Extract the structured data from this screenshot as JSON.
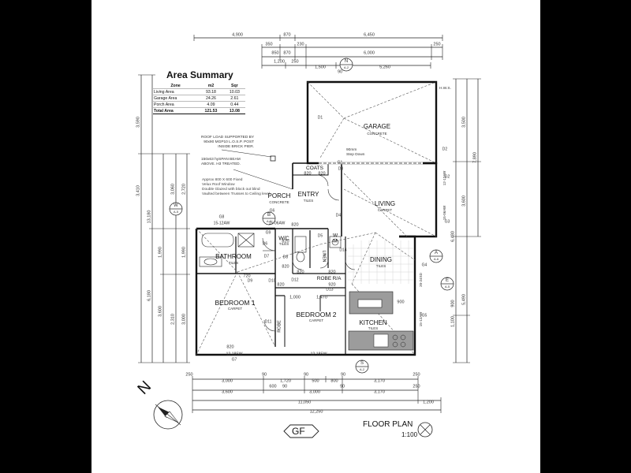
{
  "area_summary": {
    "title": "Area Summary",
    "headers": [
      "Zone",
      "m2",
      "Sqr"
    ],
    "rows": [
      [
        "Living Area",
        "93.18",
        "10.03"
      ],
      [
        "Garage Area",
        "24.26",
        "2.61"
      ],
      [
        "Porch Area",
        "4.09",
        "0.44"
      ]
    ],
    "total": [
      "Total Area",
      "121.53",
      "13.08"
    ]
  },
  "rooms": {
    "garage": {
      "name": "GARAGE",
      "finish": "CONCRETE"
    },
    "living": {
      "name": "LIVING",
      "finish": "CARPET"
    },
    "porch": {
      "name": "PORCH",
      "finish": "CONCRETE"
    },
    "entry": {
      "name": "ENTRY",
      "finish": "TILES"
    },
    "coats": {
      "name": "COATS"
    },
    "bathroom": {
      "name": "BATHROOM",
      "finish": "TILES"
    },
    "wc": {
      "name": "W/C",
      "finish": "TILES"
    },
    "wm": {
      "name": "W M"
    },
    "linen": {
      "name": "LINEN"
    },
    "dining": {
      "name": "DINING",
      "finish": "TILES"
    },
    "robe": {
      "name": "ROBE"
    },
    "ra": {
      "name": "R/A"
    },
    "bed1": {
      "name": "BEDROOM 1",
      "finish": "CARPET"
    },
    "bed2": {
      "name": "BEDROOM 2",
      "finish": "CARPET"
    },
    "kitchen": {
      "name": "KITCHEN",
      "finish": "TILES"
    },
    "robe2": {
      "name": "ROBE"
    }
  },
  "notes": {
    "roof_load": "ROOF LOAD SUPPORTED BY\n90x90 MGP10 L.O.S.P. POST\nINSIDE BRICK PIER.",
    "span_beam": "150x63 hySPAN BEAM\nABOVE. H3 TREATED.",
    "window": "Approx 800 X 600 Fixed\nVelux Roof Window\nDouble Glazed with block out blind\nVaulted between Trusses to Ceiling level",
    "step_down": "90mm\nStep Down",
    "hws": "H.W.S."
  },
  "title_block": {
    "label": "GF",
    "title": "FLOOR PLAN",
    "scale": "1:100"
  },
  "dimensions": {
    "top1": [
      "4,900",
      "870",
      "6,450"
    ],
    "top2": [
      "350",
      "850",
      "870",
      "230",
      "6,000",
      "250"
    ],
    "top3": [
      "1,200",
      "250",
      "1,500",
      "90",
      "5,260"
    ],
    "bottom1": [
      "250",
      "3,000",
      "90",
      "1,720",
      "90",
      "500",
      "800",
      "90",
      "3,170",
      "250"
    ],
    "bottom2": [
      "3,600",
      "600",
      "90",
      "3,000",
      "90",
      "3,170",
      "250"
    ],
    "bottom3": [
      "11,050",
      "1,200"
    ],
    "bottom4": [
      "12,250"
    ],
    "left": [
      "3,590",
      "3,410",
      "13,180",
      "6,180",
      "3,060",
      "2,720",
      "1,990",
      "1,990",
      "3,600",
      "2,310",
      "3,000"
    ],
    "right": [
      "3,500",
      "7,890",
      "3,600",
      "6,480",
      "5,490",
      "1,100",
      "900"
    ],
    "interior": [
      "820",
      "820",
      "820",
      "720",
      "820",
      "820",
      "820",
      "820",
      "820",
      "1,000",
      "1,470",
      "900",
      "820",
      "920"
    ]
  },
  "tags": {
    "doors": [
      "D1",
      "D2",
      "D3",
      "D4",
      "D5",
      "D6",
      "D7",
      "D8",
      "D9",
      "D10",
      "D11",
      "D12",
      "D13",
      "D14",
      "G1",
      "G2",
      "G3",
      "G4",
      "G5",
      "G6",
      "G7",
      "G8",
      "G9"
    ],
    "sections": [
      {
        "letter": "N",
        "sheet": "A-2"
      },
      {
        "letter": "W",
        "sheet": "A-5"
      },
      {
        "letter": "B",
        "sheet": "A-6"
      },
      {
        "letter": "A",
        "sheet": "A-6"
      },
      {
        "letter": "E",
        "sheet": "A-5"
      },
      {
        "letter": "S",
        "sheet": "A-2"
      }
    ],
    "windows": [
      "15-12AW",
      "15-06AW",
      "12-18SW",
      "12-18SW",
      "20-24SD",
      "15-12AW",
      "15-06AW",
      "12-12AW"
    ]
  },
  "north_label": "N",
  "colors": {
    "line": "#222222",
    "paper": "#ffffff",
    "frame": "#000000",
    "kitchen_fill": "#9c9c9c"
  }
}
